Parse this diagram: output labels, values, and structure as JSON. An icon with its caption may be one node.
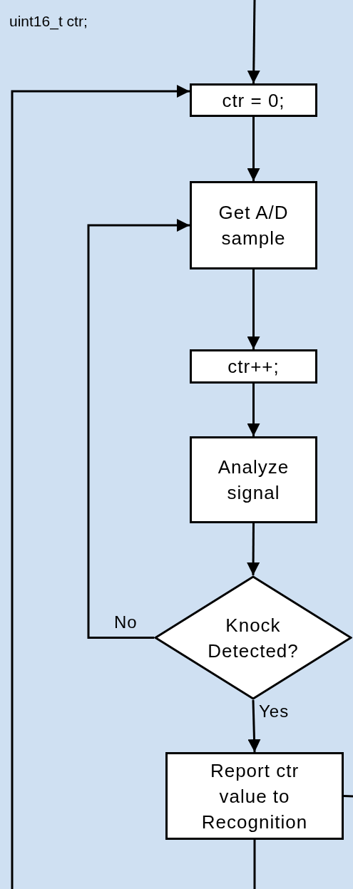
{
  "diagram": {
    "nodes": [
      {
        "text": [
          "ctr = 0;"
        ]
      },
      {
        "text": [
          "Get A/D sample"
        ]
      },
      {
        "text": [
          "ctr++;"
        ]
      },
      {
        "text": [
          "Analyze signal"
        ]
      },
      {
        "text": [
          "Knock Detected?"
        ]
      },
      {
        "text": [
          "Report ctr value to Recognition"
        ]
      }
    ],
    "edges": [
      {
        "from": null,
        "to": 0,
        "arrow": "to"
      },
      {
        "from": 0,
        "to": 1,
        "arrow": "to"
      },
      {
        "from": 1,
        "to": 2,
        "arrow": "to"
      },
      {
        "from": 2,
        "to": 3,
        "arrow": "to"
      },
      {
        "from": 3,
        "to": 4,
        "arrow": "to"
      },
      {
        "from": 4,
        "to": 1,
        "arrow": "to",
        "label": "No"
      },
      {
        "from": 4,
        "to": 5,
        "arrow": "to",
        "label": "Yes"
      },
      {
        "from": null,
        "to": 0,
        "arrow": "to"
      },
      {
        "from": 5,
        "to": null,
        "arrow": "none"
      },
      {
        "from": 5,
        "to": null,
        "arrow": "none"
      }
    ],
    "labels": [
      "uint16_t ctr;"
    ]
  }
}
